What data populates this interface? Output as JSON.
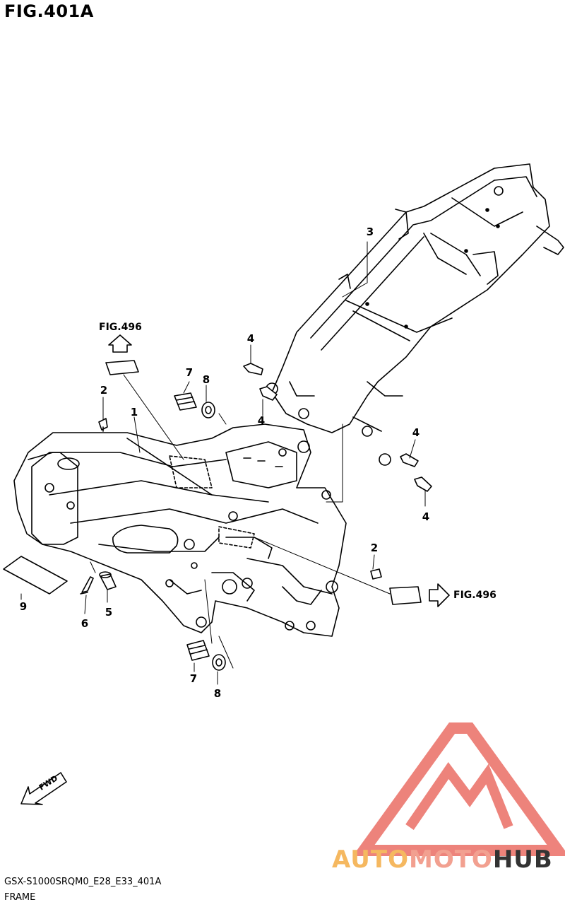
{
  "figure": {
    "title": "FIG.401A",
    "code": "GSX-S1000SRQM0_E28_E33_401A",
    "caption": "FRAME"
  },
  "references": {
    "top": "FIG.496",
    "right": "FIG.496"
  },
  "fwd_label": "FWD",
  "brand": {
    "part1": "AUTO",
    "part2": "MOTO",
    "part3": "HUB"
  },
  "callouts": {
    "c1": "1",
    "c2a": "2",
    "c2b": "2",
    "c3": "3",
    "c4a": "4",
    "c4b": "4",
    "c4c": "4",
    "c4d": "4",
    "c5": "5",
    "c6": "6",
    "c7a": "7",
    "c7b": "7",
    "c8a": "8",
    "c8b": "8",
    "c9": "9"
  },
  "colors": {
    "line": "#000000",
    "watermark_red": "#e85a50",
    "watermark_orange": "#f5b860",
    "watermark_dark": "#333333"
  }
}
